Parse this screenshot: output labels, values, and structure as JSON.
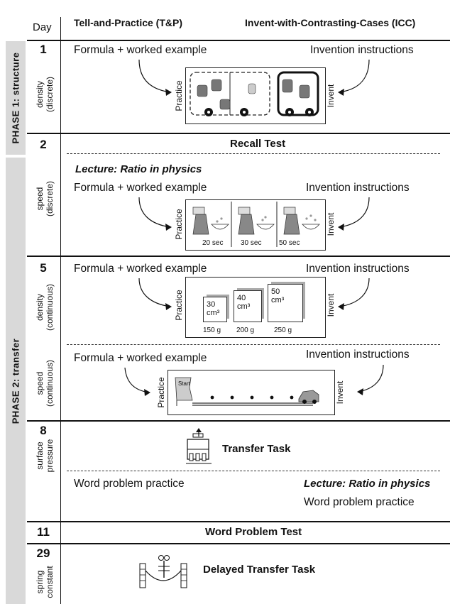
{
  "header": {
    "day_col": "Day",
    "left_condition": "Tell-and-Practice (T&P)",
    "right_condition": "Invent-with-Contrasting-Cases (ICC)"
  },
  "phases": {
    "phase1": "PHASE 1:  structure",
    "phase2": "PHASE 2:  transfer"
  },
  "day1": {
    "day": "1",
    "topic": "density\n(discrete)",
    "left_text": "Formula + worked example",
    "right_text": "Invention instructions",
    "practice": "Practice",
    "invent": "Invent"
  },
  "day2": {
    "day": "2",
    "recall": "Recall Test",
    "lecture": "Lecture: Ratio in physics",
    "topic": "speed\n(discrete)",
    "left_text": "Formula + worked example",
    "right_text": "Invention instructions",
    "practice": "Practice",
    "invent": "Invent",
    "times": [
      "20 sec",
      "30 sec",
      "50 sec"
    ]
  },
  "day5": {
    "day": "5",
    "topic_a": "density\n(continuous)",
    "left_text_a": "Formula + worked example",
    "right_text_a": "Invention instructions",
    "practice_a": "Practice",
    "invent_a": "Invent",
    "cubes": [
      {
        "vol": "30",
        "unit": "cm³",
        "mass": "150 g"
      },
      {
        "vol": "40",
        "unit": "cm³",
        "mass": "200 g"
      },
      {
        "vol": "50",
        "unit": "cm³",
        "mass": "250 g"
      }
    ],
    "topic_b": "speed\n(continuous)",
    "left_text_b": "Formula + worked example",
    "right_text_b": "Invention instructions",
    "practice_b": "Practice",
    "invent_b": "Invent",
    "start_label": "Start"
  },
  "day8": {
    "day": "8",
    "topic": "surface\npressure",
    "task": "Transfer Task",
    "left_text": "Word problem practice",
    "lecture": "Lecture: Ratio in physics",
    "right_text": "Word problem practice"
  },
  "day11": {
    "day": "11",
    "task": "Word Problem Test"
  },
  "day29": {
    "day": "29",
    "topic": "spring\nconstant",
    "task": "Delayed Transfer Task"
  }
}
